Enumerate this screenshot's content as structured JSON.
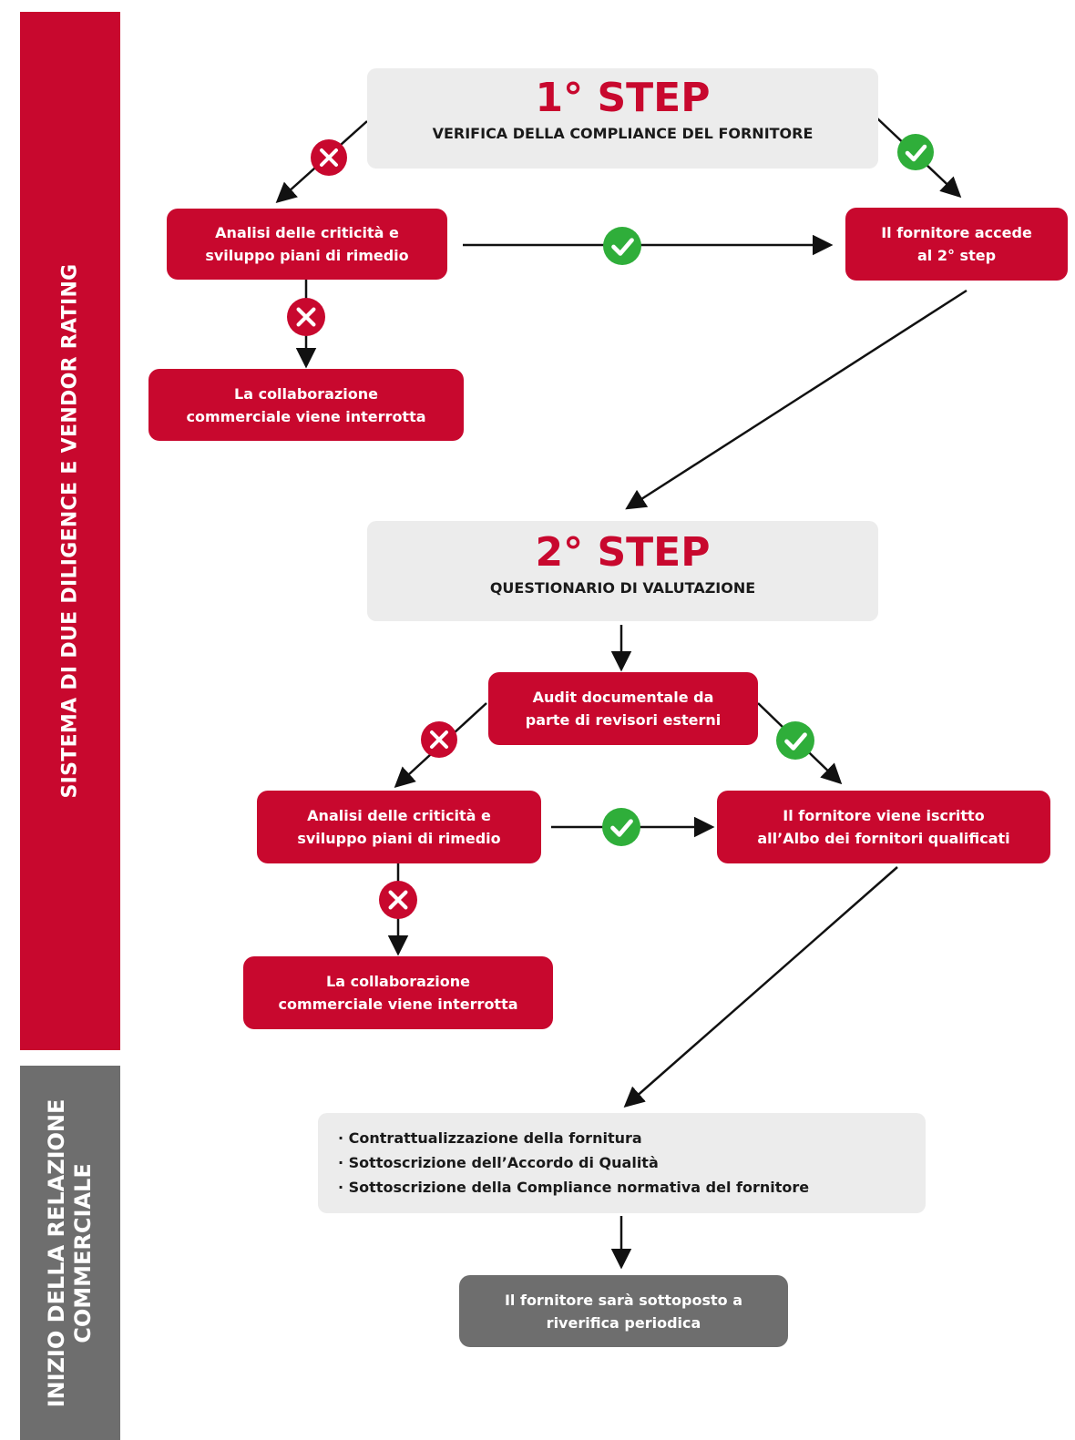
{
  "sidebar": {
    "due_diligence_label": "SISTEMA DI DUE DILIGENCE  E VENDOR RATING",
    "commercial_label": "INIZIO DELLA RELAZIONE\nCOMMERCIALE"
  },
  "step1": {
    "title": "1° STEP",
    "subtitle": "VERIFICA DELLA COMPLIANCE DEL FORNITORE"
  },
  "step1_flow": {
    "analysis_line1": "Analisi delle criticità e",
    "analysis_line2": "sviluppo piani di rimedio",
    "access_line1": "Il fornitore accede",
    "access_line2": "al 2° step",
    "interrupt_line1": "La collaborazione",
    "interrupt_line2": "commerciale viene interrotta"
  },
  "step2": {
    "title": "2° STEP",
    "subtitle": "QUESTIONARIO DI VALUTAZIONE"
  },
  "step2_flow": {
    "audit_line1": "Audit documentale da",
    "audit_line2": "parte di revisori esterni",
    "analysis_line1": "Analisi delle criticità e",
    "analysis_line2": "sviluppo piani di rimedio",
    "registered_line1": "Il fornitore viene iscritto",
    "registered_line2": "all’Albo dei fornitori qualificati",
    "interrupt_line1": "La collaborazione",
    "interrupt_line2": "commerciale viene interrotta"
  },
  "summary": {
    "items": [
      "· Contrattualizzazione della fornitura",
      "· Sottoscrizione dell’Accordo di Qualità",
      "· Sottoscrizione della Compliance normativa del fornitore"
    ]
  },
  "final": {
    "line1": "Il fornitore sarà sottoposto a",
    "line2": "riverifica periodica"
  },
  "colors": {
    "brand_red": "#c8082e",
    "gray": "#6e6e6e",
    "light_gray": "#ececec",
    "success_green": "#2fae3a",
    "fail_red": "#c8082e"
  },
  "icons": {
    "fail": "x-circle-icon",
    "success": "check-circle-icon"
  }
}
